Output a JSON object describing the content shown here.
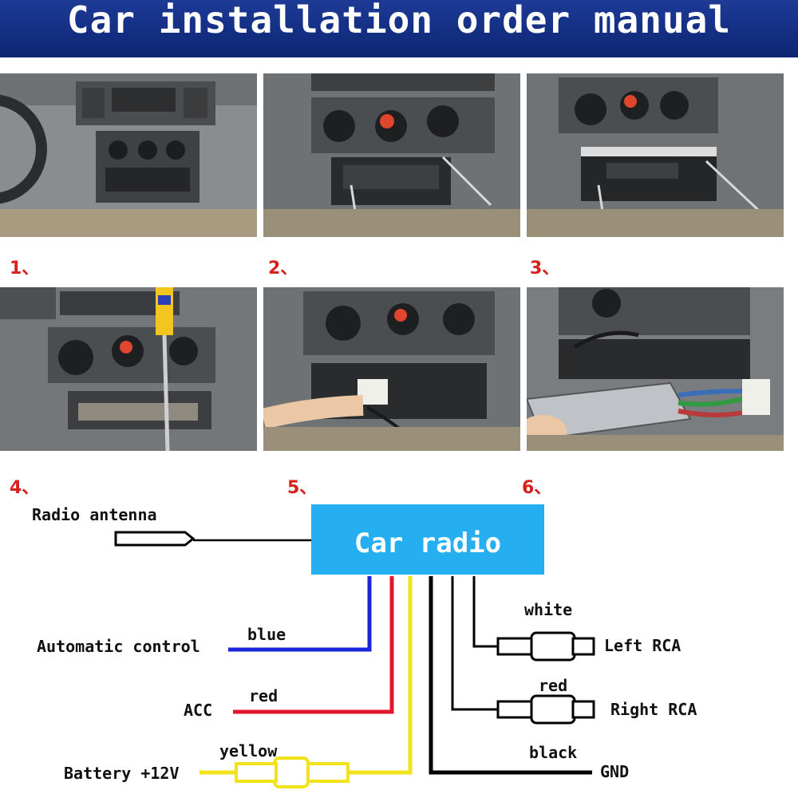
{
  "title": "Car installation order manual",
  "steps": [
    "1、",
    "2、",
    "3、",
    "4、",
    "5、",
    "6、"
  ],
  "photos": [
    {
      "icon": "dashboard-photo"
    },
    {
      "icon": "removal-keys-photo"
    },
    {
      "icon": "pull-out-radio-photo"
    },
    {
      "icon": "screwdriver-slot-photo"
    },
    {
      "icon": "harness-plug-photo"
    },
    {
      "icon": "connect-new-radio-photo"
    }
  ],
  "diagram": {
    "radio_label": "Car radio",
    "antenna_label": "Radio antenna",
    "wires": {
      "automatic_control": {
        "label": "Automatic control",
        "color_name": "blue",
        "color": "#1a24d8"
      },
      "acc": {
        "label": "ACC",
        "color_name": "red",
        "color": "#e4162e"
      },
      "battery": {
        "label": "Battery +12V",
        "color_name": "yellow",
        "color": "#f2e21a"
      },
      "left_rca": {
        "label": "Left RCA",
        "color_name": "white"
      },
      "right_rca": {
        "label": "Right RCA",
        "color_name": "red"
      },
      "gnd": {
        "label": "GND",
        "color_name": "black",
        "color": "#000000"
      }
    }
  },
  "colors": {
    "banner": "#13318a",
    "radio_box": "#25aef0",
    "step_number": "#d6211c"
  }
}
